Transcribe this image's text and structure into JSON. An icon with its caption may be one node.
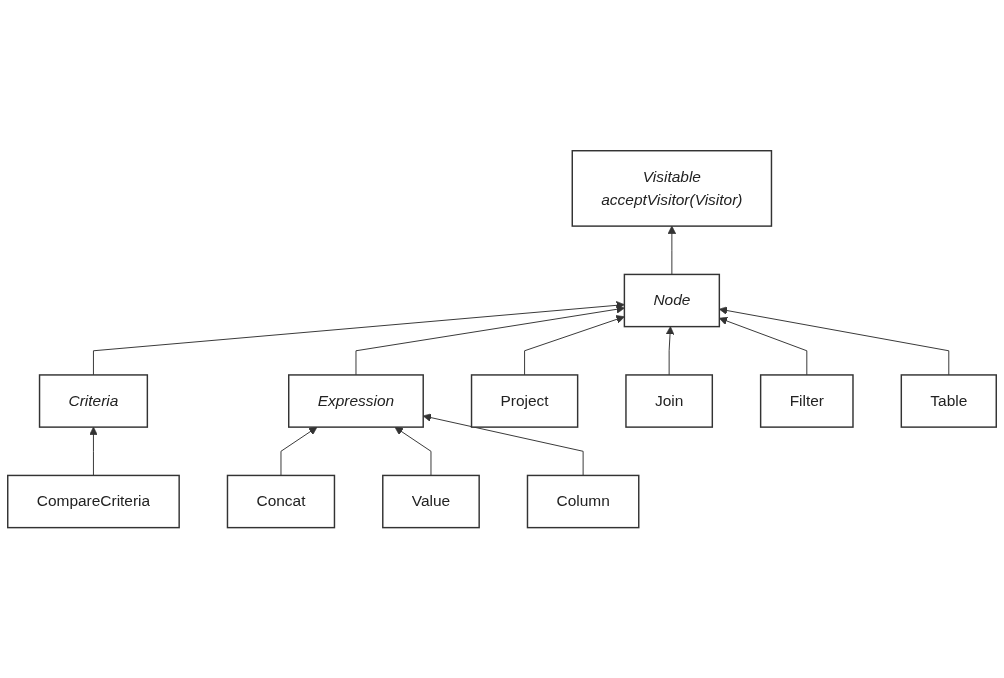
{
  "diagram": {
    "nodes": [
      {
        "text": [
          "Visitable",
          "acceptVisitor(Visitor)"
        ]
      },
      {
        "text": [
          "Node"
        ]
      },
      {
        "text": [
          "Criteria"
        ]
      },
      {
        "text": [
          "Expression"
        ]
      },
      {
        "text": [
          "Project"
        ]
      },
      {
        "text": [
          "CompareCriteria"
        ]
      },
      {
        "text": [
          "Join"
        ]
      },
      {
        "text": [
          "Concat"
        ]
      },
      {
        "text": [
          "Filter"
        ]
      },
      {
        "text": [
          "Value"
        ]
      },
      {
        "text": [
          "Table"
        ]
      },
      {
        "text": [
          "Column"
        ]
      }
    ],
    "edges": [
      {
        "from": 1,
        "to": 0,
        "arrow": "to"
      },
      {
        "from": 2,
        "to": 1,
        "arrow": "to"
      },
      {
        "from": 3,
        "to": 1,
        "arrow": "to"
      },
      {
        "from": 4,
        "to": 1,
        "arrow": "to"
      },
      {
        "from": 6,
        "to": 1,
        "arrow": "to"
      },
      {
        "from": 8,
        "to": 1,
        "arrow": "to"
      },
      {
        "from": 10,
        "to": 1,
        "arrow": "to"
      },
      {
        "from": 5,
        "to": 2,
        "arrow": "to"
      },
      {
        "from": 7,
        "to": 3,
        "arrow": "to"
      },
      {
        "from": 9,
        "to": 3,
        "arrow": "to"
      },
      {
        "from": 11,
        "to": 3,
        "arrow": "to"
      }
    ]
  }
}
